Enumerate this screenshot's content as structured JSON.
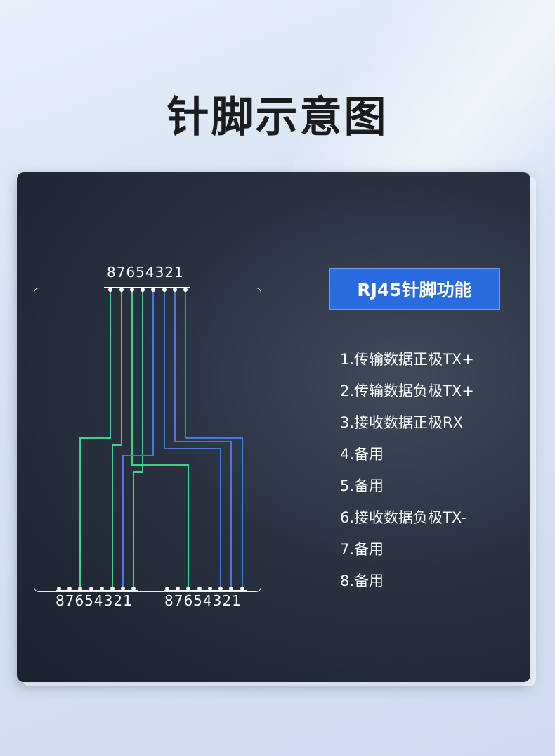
{
  "title": "针脚示意图",
  "diagram": {
    "top_connector_label": "87654321",
    "bottom_left_connector_label": "87654321",
    "bottom_right_connector_label": "87654321",
    "wire_colors": {
      "green": "#3fd08a",
      "blue": "#4a78e0"
    }
  },
  "functions": {
    "header": "RJ45针脚功能",
    "items": [
      "1.传输数据正极TX+",
      "2.传输数据负极TX+",
      "3.接收数据正极RX",
      "4.备用",
      "5.备用",
      "6.接收数据负极TX-",
      "7.备用",
      "8.备用"
    ]
  }
}
